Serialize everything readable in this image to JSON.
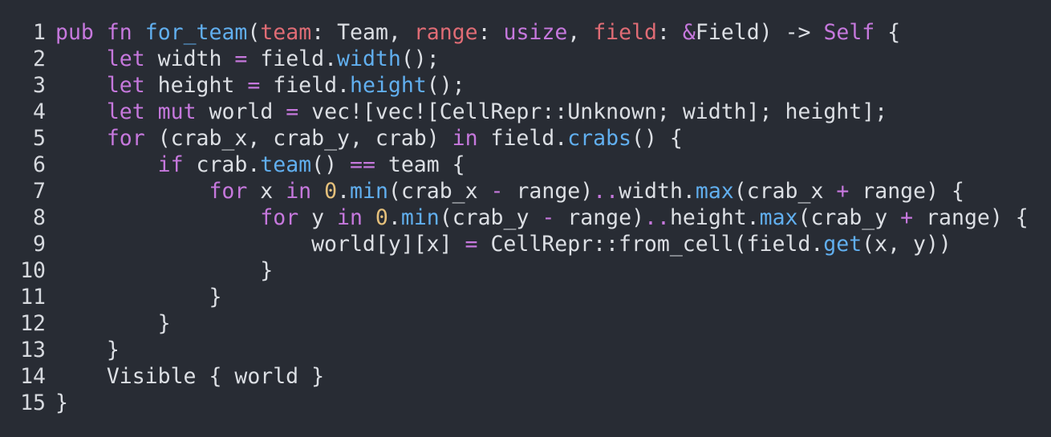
{
  "colors": {
    "background": "#282c34",
    "plain": "#dcdfe4",
    "keyword": "#c678dd",
    "function": "#61afef",
    "parameter": "#e06c75",
    "number": "#e5c07b",
    "operator": "#c678dd"
  },
  "lines": [
    {
      "number": "1",
      "tokens": [
        {
          "t": "pub",
          "c": "kw"
        },
        {
          "t": " ",
          "c": "plain"
        },
        {
          "t": "fn",
          "c": "kw"
        },
        {
          "t": " ",
          "c": "plain"
        },
        {
          "t": "for_team",
          "c": "fn"
        },
        {
          "t": "(",
          "c": "plain"
        },
        {
          "t": "team",
          "c": "param"
        },
        {
          "t": ": Team, ",
          "c": "plain"
        },
        {
          "t": "range",
          "c": "param"
        },
        {
          "t": ": ",
          "c": "plain"
        },
        {
          "t": "usize",
          "c": "kw"
        },
        {
          "t": ", ",
          "c": "plain"
        },
        {
          "t": "field",
          "c": "param"
        },
        {
          "t": ": ",
          "c": "plain"
        },
        {
          "t": "&",
          "c": "op"
        },
        {
          "t": "Field) -> ",
          "c": "plain"
        },
        {
          "t": "Self",
          "c": "kw"
        },
        {
          "t": " {",
          "c": "plain"
        }
      ]
    },
    {
      "number": "2",
      "tokens": [
        {
          "t": "    ",
          "c": "plain"
        },
        {
          "t": "let",
          "c": "kw"
        },
        {
          "t": " width ",
          "c": "plain"
        },
        {
          "t": "=",
          "c": "op"
        },
        {
          "t": " field.",
          "c": "plain"
        },
        {
          "t": "width",
          "c": "fn"
        },
        {
          "t": "();",
          "c": "plain"
        }
      ]
    },
    {
      "number": "3",
      "tokens": [
        {
          "t": "    ",
          "c": "plain"
        },
        {
          "t": "let",
          "c": "kw"
        },
        {
          "t": " height ",
          "c": "plain"
        },
        {
          "t": "=",
          "c": "op"
        },
        {
          "t": " field.",
          "c": "plain"
        },
        {
          "t": "height",
          "c": "fn"
        },
        {
          "t": "();",
          "c": "plain"
        }
      ]
    },
    {
      "number": "4",
      "tokens": [
        {
          "t": "    ",
          "c": "plain"
        },
        {
          "t": "let",
          "c": "kw"
        },
        {
          "t": " ",
          "c": "plain"
        },
        {
          "t": "mut",
          "c": "kw"
        },
        {
          "t": " world ",
          "c": "plain"
        },
        {
          "t": "=",
          "c": "op"
        },
        {
          "t": " vec![vec![CellRepr::Unknown; width]; height];",
          "c": "plain"
        }
      ]
    },
    {
      "number": "5",
      "tokens": [
        {
          "t": "    ",
          "c": "plain"
        },
        {
          "t": "for",
          "c": "kw"
        },
        {
          "t": " (crab_x, crab_y, crab) ",
          "c": "plain"
        },
        {
          "t": "in",
          "c": "kw"
        },
        {
          "t": " field.",
          "c": "plain"
        },
        {
          "t": "crabs",
          "c": "fn"
        },
        {
          "t": "() {",
          "c": "plain"
        }
      ]
    },
    {
      "number": "6",
      "tokens": [
        {
          "t": "        ",
          "c": "plain"
        },
        {
          "t": "if",
          "c": "kw"
        },
        {
          "t": " crab.",
          "c": "plain"
        },
        {
          "t": "team",
          "c": "fn"
        },
        {
          "t": "() ",
          "c": "plain"
        },
        {
          "t": "==",
          "c": "op"
        },
        {
          "t": " team {",
          "c": "plain"
        }
      ]
    },
    {
      "number": "7",
      "tokens": [
        {
          "t": "            ",
          "c": "plain"
        },
        {
          "t": "for",
          "c": "kw"
        },
        {
          "t": " x ",
          "c": "plain"
        },
        {
          "t": "in",
          "c": "kw"
        },
        {
          "t": " ",
          "c": "plain"
        },
        {
          "t": "0",
          "c": "num"
        },
        {
          "t": ".",
          "c": "plain"
        },
        {
          "t": "min",
          "c": "fn"
        },
        {
          "t": "(crab_x ",
          "c": "plain"
        },
        {
          "t": "-",
          "c": "op"
        },
        {
          "t": " range)",
          "c": "plain"
        },
        {
          "t": "..",
          "c": "op"
        },
        {
          "t": "width.",
          "c": "plain"
        },
        {
          "t": "max",
          "c": "fn"
        },
        {
          "t": "(crab_x ",
          "c": "plain"
        },
        {
          "t": "+",
          "c": "op"
        },
        {
          "t": " range) {",
          "c": "plain"
        }
      ]
    },
    {
      "number": "8",
      "tokens": [
        {
          "t": "                ",
          "c": "plain"
        },
        {
          "t": "for",
          "c": "kw"
        },
        {
          "t": " y ",
          "c": "plain"
        },
        {
          "t": "in",
          "c": "kw"
        },
        {
          "t": " ",
          "c": "plain"
        },
        {
          "t": "0",
          "c": "num"
        },
        {
          "t": ".",
          "c": "plain"
        },
        {
          "t": "min",
          "c": "fn"
        },
        {
          "t": "(crab_y ",
          "c": "plain"
        },
        {
          "t": "-",
          "c": "op"
        },
        {
          "t": " range)",
          "c": "plain"
        },
        {
          "t": "..",
          "c": "op"
        },
        {
          "t": "height.",
          "c": "plain"
        },
        {
          "t": "max",
          "c": "fn"
        },
        {
          "t": "(crab_y ",
          "c": "plain"
        },
        {
          "t": "+",
          "c": "op"
        },
        {
          "t": " range) {",
          "c": "plain"
        }
      ]
    },
    {
      "number": "9",
      "tokens": [
        {
          "t": "                    world[y][x] ",
          "c": "plain"
        },
        {
          "t": "=",
          "c": "op"
        },
        {
          "t": " CellRepr::from_cell(field.",
          "c": "plain"
        },
        {
          "t": "get",
          "c": "fn"
        },
        {
          "t": "(x, y))",
          "c": "plain"
        }
      ]
    },
    {
      "number": "10",
      "tokens": [
        {
          "t": "                }",
          "c": "plain"
        }
      ]
    },
    {
      "number": "11",
      "tokens": [
        {
          "t": "            }",
          "c": "plain"
        }
      ]
    },
    {
      "number": "12",
      "tokens": [
        {
          "t": "        }",
          "c": "plain"
        }
      ]
    },
    {
      "number": "13",
      "tokens": [
        {
          "t": "    }",
          "c": "plain"
        }
      ]
    },
    {
      "number": "14",
      "tokens": [
        {
          "t": "    Visible { world }",
          "c": "plain"
        }
      ]
    },
    {
      "number": "15",
      "tokens": [
        {
          "t": "}",
          "c": "plain"
        }
      ]
    }
  ]
}
